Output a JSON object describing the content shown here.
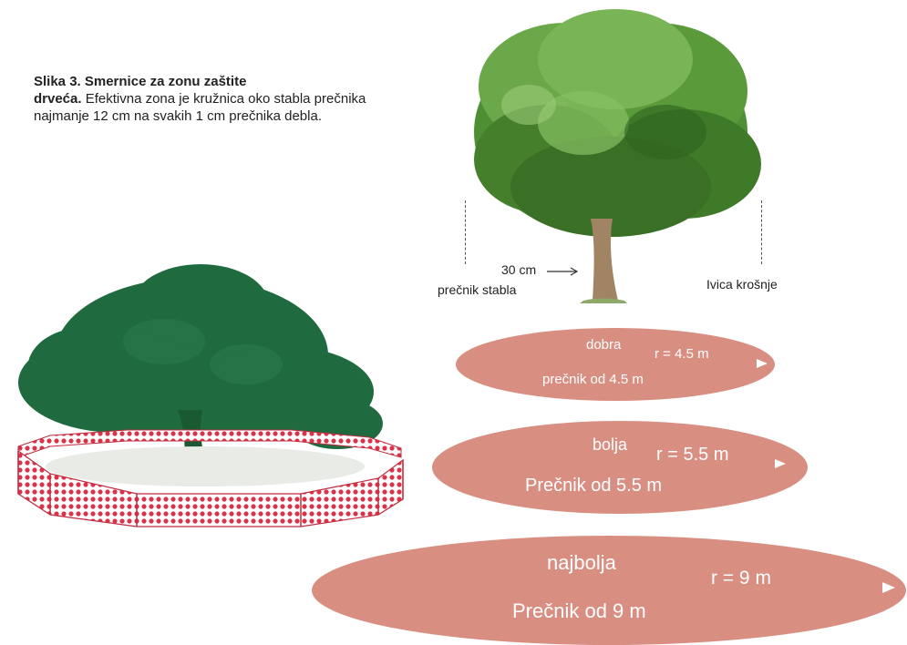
{
  "caption": {
    "title_bold": "Slika 3. Smernice za zonu  zaštite",
    "bold_word": "drveća.",
    "body": " Efektivna zona je kružnica oko stabla prečnika  najmanje 12 cm na svakih 1 cm prečnika debla."
  },
  "tree_labels": {
    "diameter_value": "30 cm",
    "diameter_label": "prečnik stabla",
    "canopy_edge": "Ivica krošnje"
  },
  "zones": [
    {
      "quality": "dobra",
      "radius": "r = 4.5 m",
      "diameter": "prečnik od 4.5 m"
    },
    {
      "quality": "bolja",
      "radius": "r = 5.5 m",
      "diameter": "Prečnik od 5.5 m"
    },
    {
      "quality": "najbolja",
      "radius": "r = 9 m",
      "diameter": "Prečnik od 9 m"
    }
  ],
  "colors": {
    "zone_fill": "#d98e82",
    "canopy_light": "#5a9a3a",
    "canopy_dark": "#1f6b3f",
    "fence_red": "#d9344a"
  }
}
